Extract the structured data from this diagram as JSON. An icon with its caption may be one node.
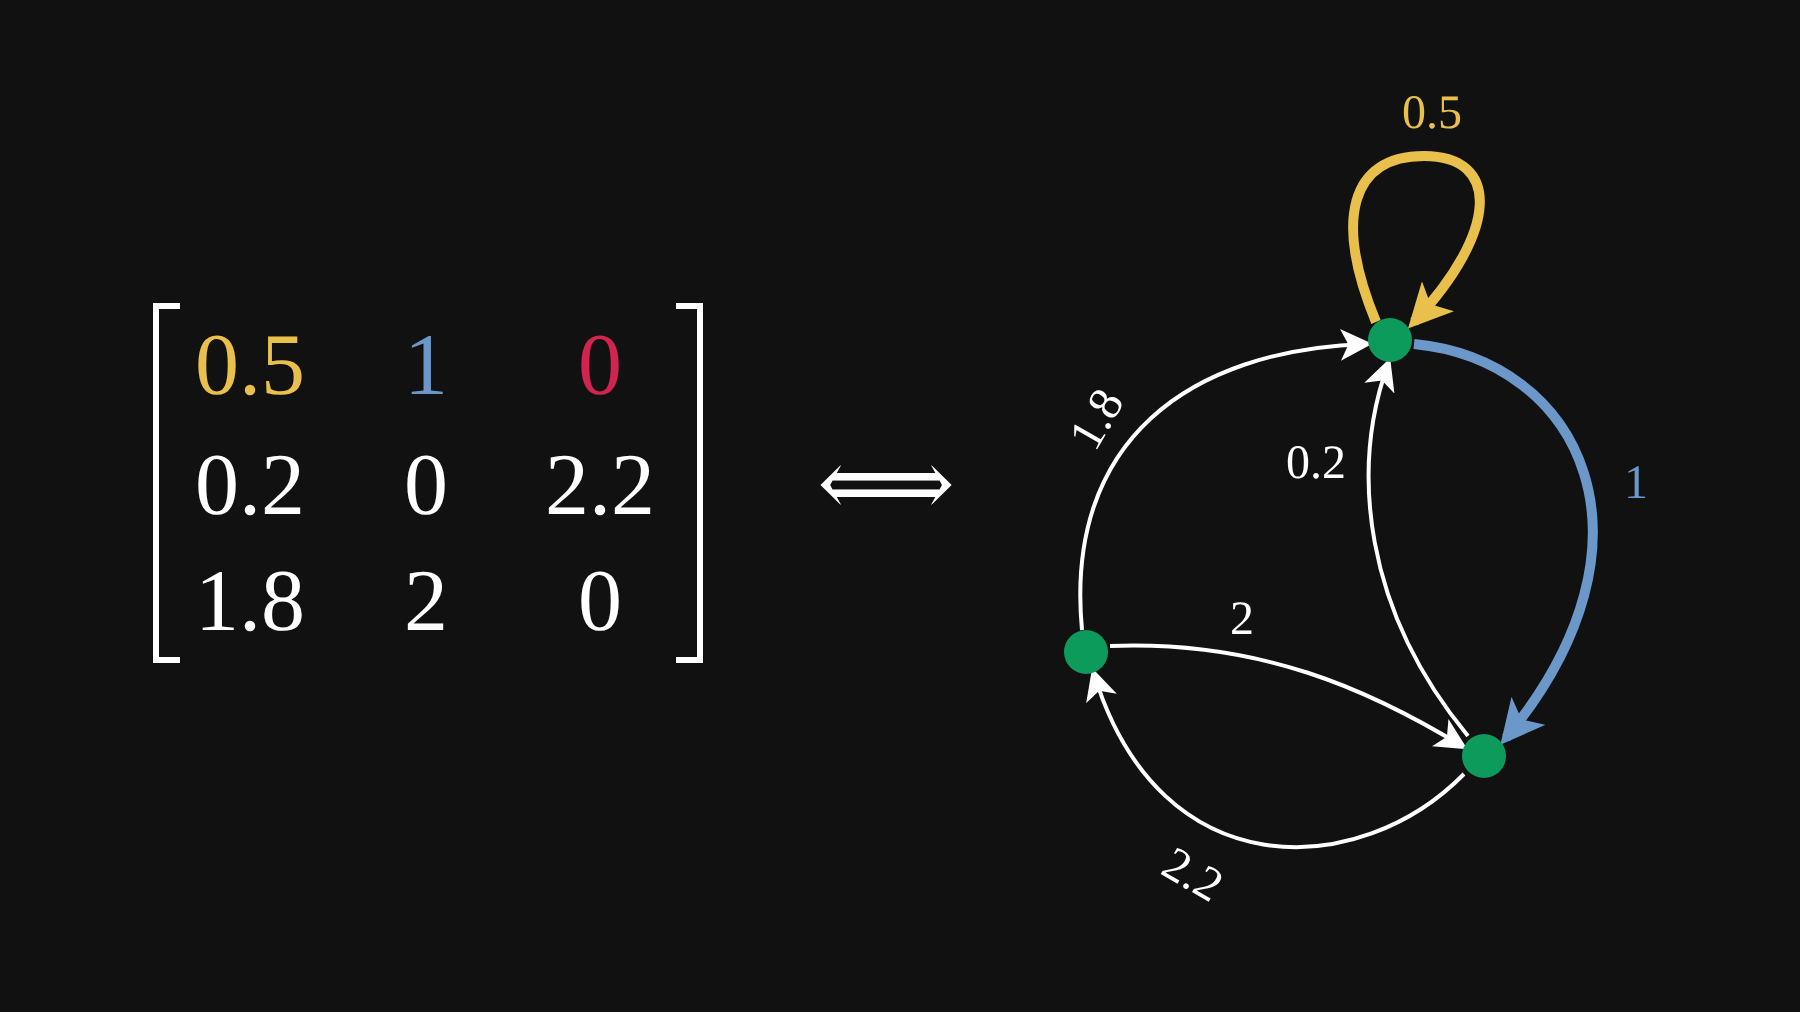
{
  "diagram": {
    "nodes": [
      {
        "text": [],
        "shape": "circle"
      },
      {
        "text": [],
        "shape": "circle"
      },
      {
        "text": [],
        "shape": "circle"
      }
    ],
    "edges": [
      {
        "from": 0,
        "to": 0,
        "arrow": "to",
        "label": "0.5",
        "style": "thick",
        "color": "#e9c04c"
      },
      {
        "from": 0,
        "to": 1,
        "arrow": "to",
        "label": "1",
        "style": "thick",
        "color": "#6b98c9"
      },
      {
        "from": 1,
        "to": 0,
        "arrow": "to",
        "label": "0.2"
      },
      {
        "from": 1,
        "to": 2,
        "arrow": "to",
        "label": "2.2"
      },
      {
        "from": 2,
        "to": 0,
        "arrow": "to",
        "label": "1.8"
      },
      {
        "from": 2,
        "to": 1,
        "arrow": "to",
        "label": "2"
      }
    ],
    "labels": [
      "0.5",
      "1",
      "0",
      "0.2",
      "0",
      "2.2",
      "1.8",
      "2",
      "0",
      "⟺"
    ]
  }
}
